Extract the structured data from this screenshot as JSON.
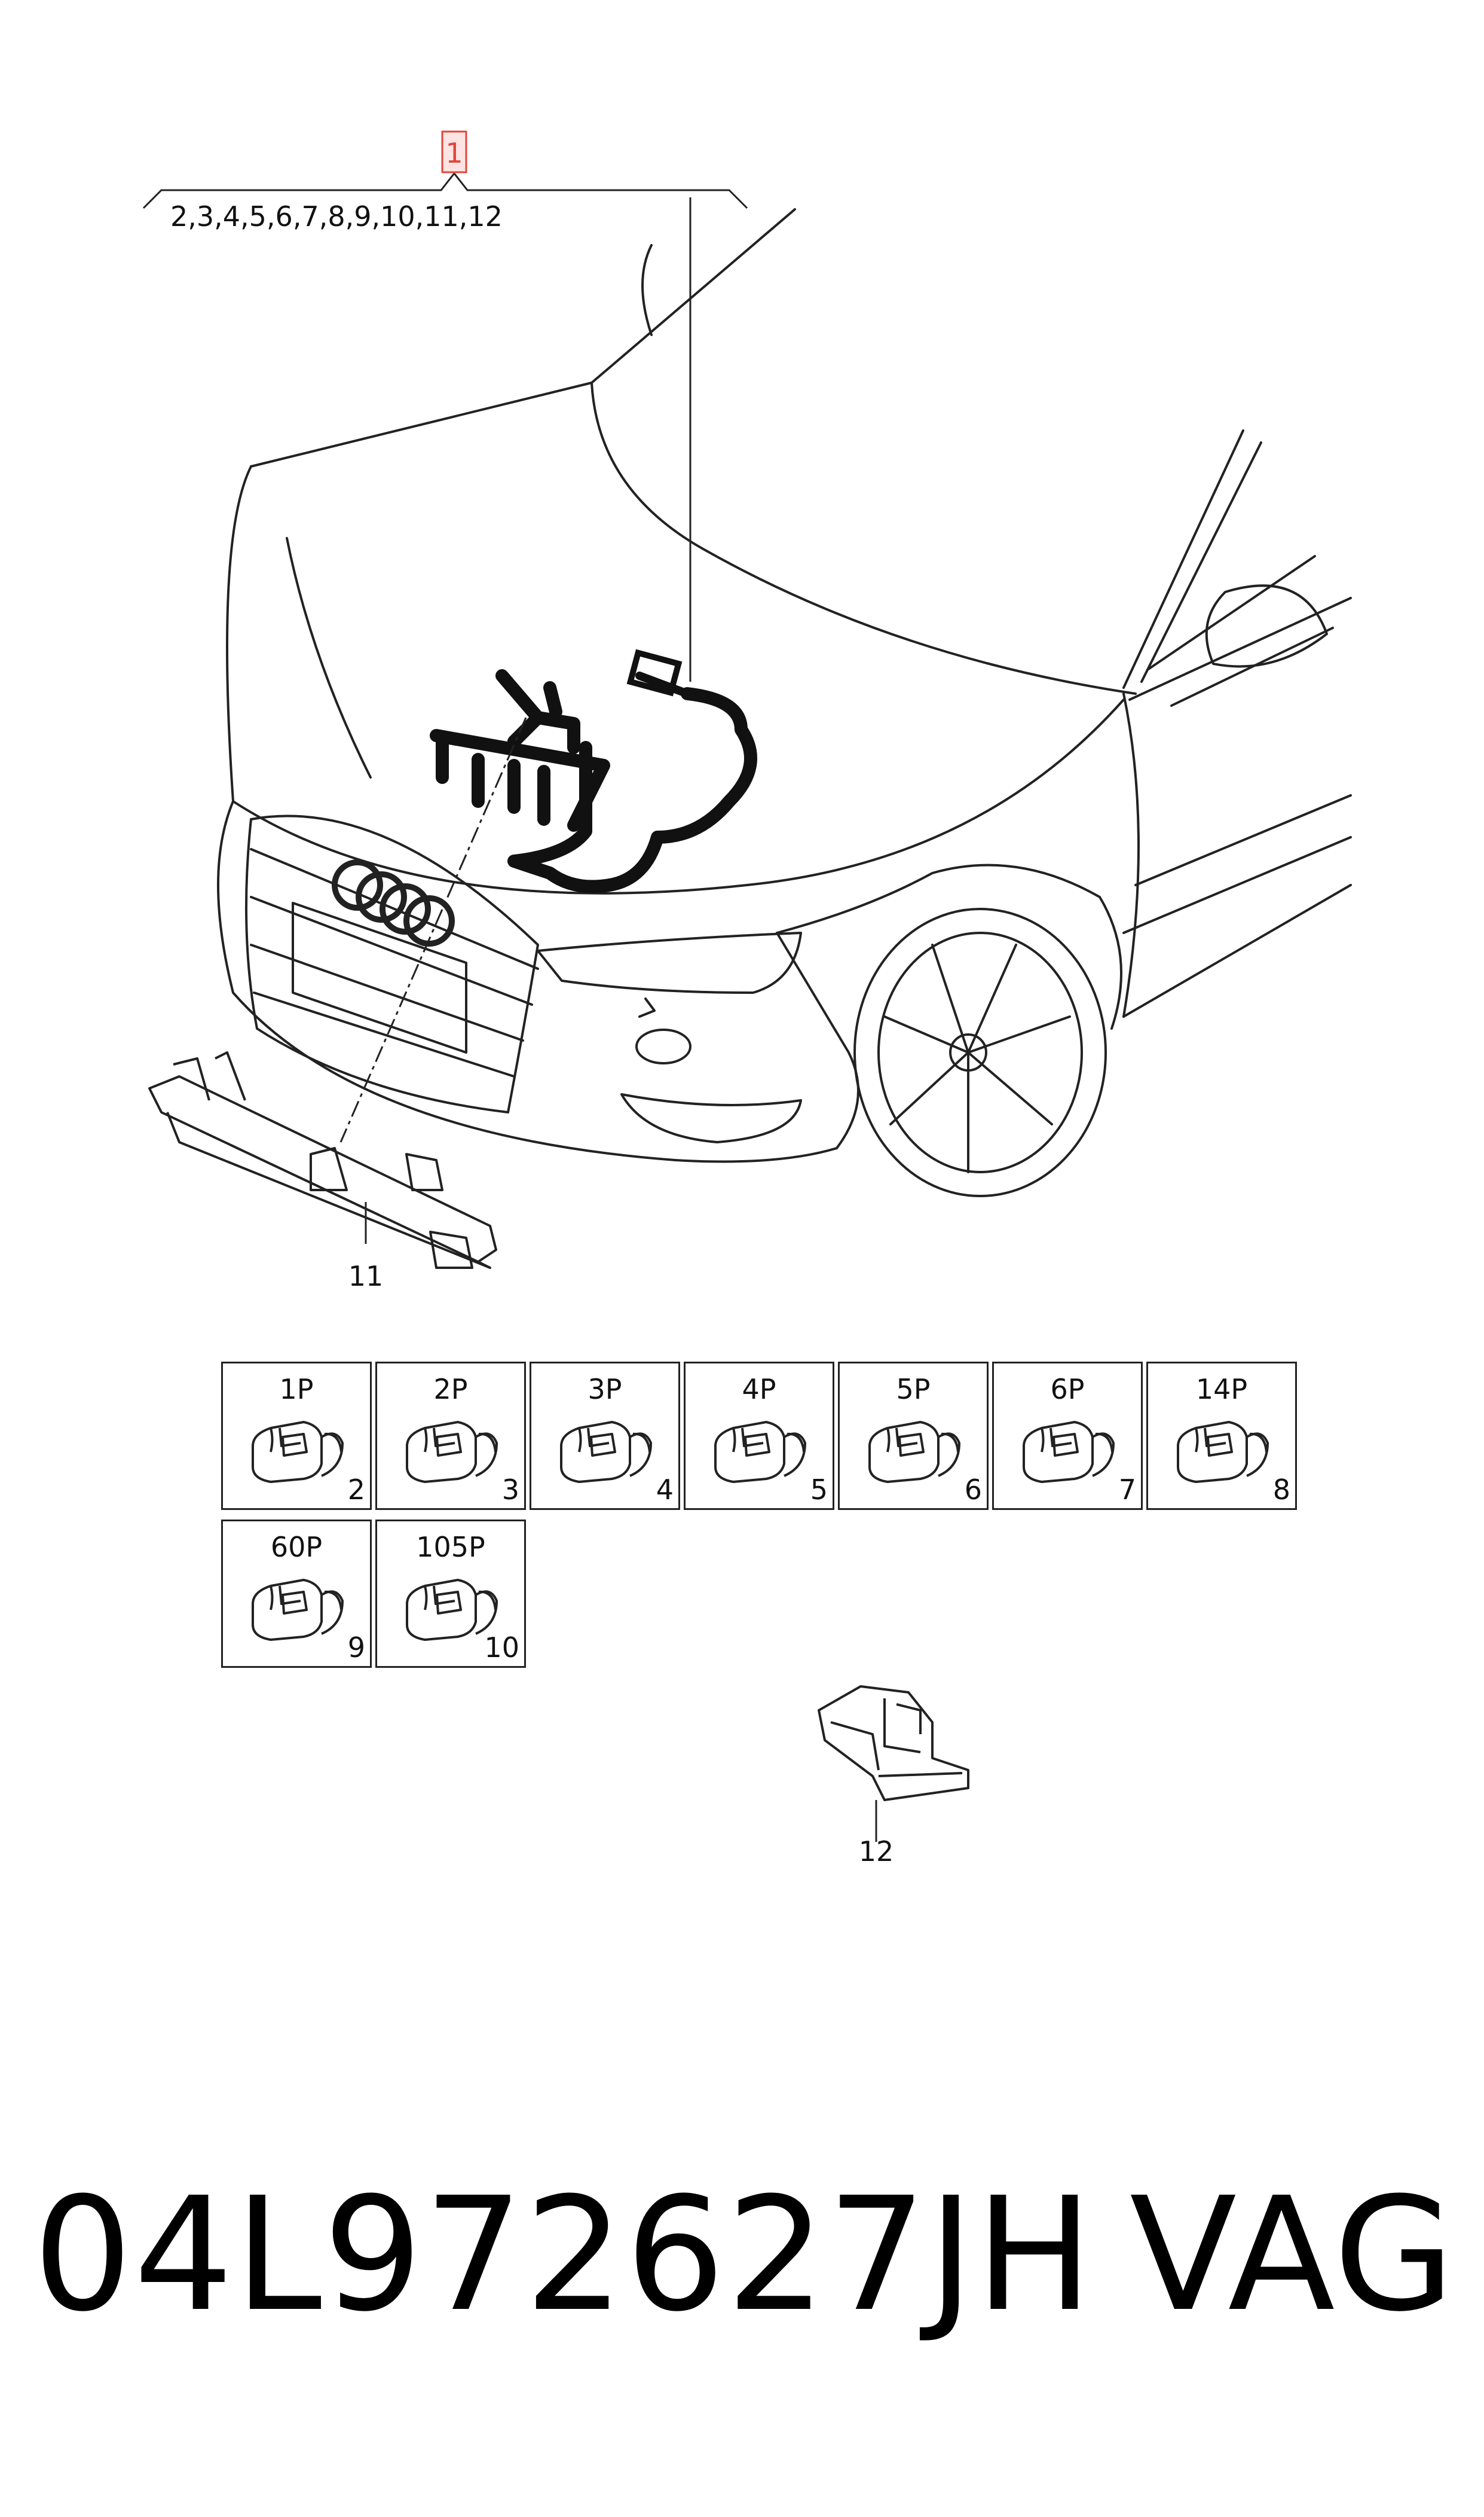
{
  "callout_main": "1",
  "callout_main_color": "#e0463c",
  "callout_subitems": "2,3,4,5,6,7,8,9,10,11,12",
  "label_bracket": "11",
  "label_holder": "12",
  "connectors": [
    {
      "pins": "1P",
      "num": "2"
    },
    {
      "pins": "2P",
      "num": "3"
    },
    {
      "pins": "3P",
      "num": "4"
    },
    {
      "pins": "4P",
      "num": "5"
    },
    {
      "pins": "5P",
      "num": "6"
    },
    {
      "pins": "6P",
      "num": "7"
    },
    {
      "pins": "14P",
      "num": "8"
    },
    {
      "pins": "60P",
      "num": "9"
    },
    {
      "pins": "105P",
      "num": "10"
    }
  ],
  "part_number": "04L972627JH",
  "brand": "VAG"
}
